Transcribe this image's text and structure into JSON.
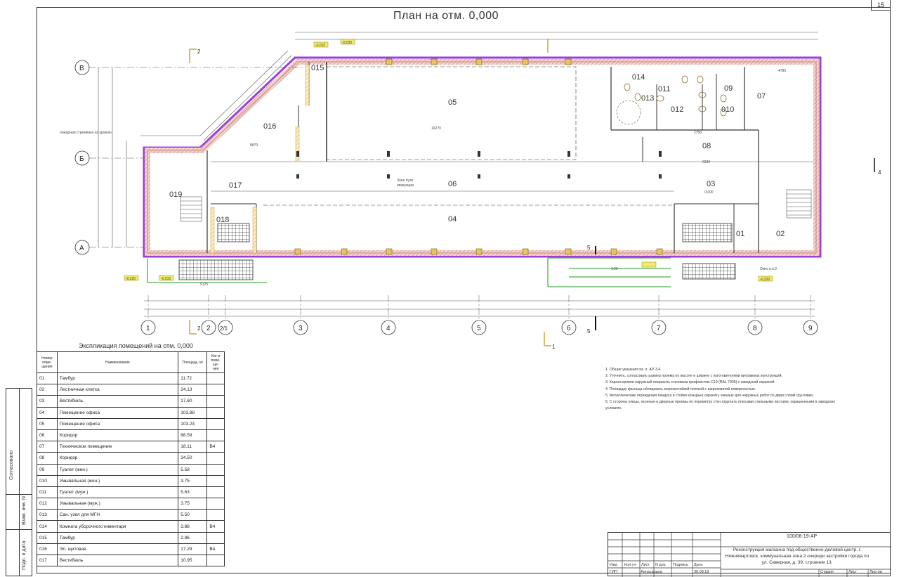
{
  "sheet": {
    "number": "15",
    "plan_title": "План на отм. 0,000"
  },
  "rooms": [
    {
      "id": "05",
      "label": "05"
    },
    {
      "id": "06",
      "label": "06"
    },
    {
      "id": "04",
      "label": "04"
    },
    {
      "id": "07",
      "label": "07"
    },
    {
      "id": "08",
      "label": "08"
    },
    {
      "id": "03",
      "label": "03"
    },
    {
      "id": "01",
      "label": "01"
    },
    {
      "id": "02",
      "label": "02"
    },
    {
      "id": "09",
      "label": "09"
    },
    {
      "id": "010",
      "label": "010"
    },
    {
      "id": "011",
      "label": "011"
    },
    {
      "id": "012",
      "label": "012"
    },
    {
      "id": "013",
      "label": "013"
    },
    {
      "id": "014",
      "label": "014"
    },
    {
      "id": "015",
      "label": "015"
    },
    {
      "id": "016",
      "label": "016"
    },
    {
      "id": "017",
      "label": "017"
    },
    {
      "id": "018",
      "label": "018"
    },
    {
      "id": "019",
      "label": "019"
    }
  ],
  "axes": {
    "rows": [
      "В",
      "Б",
      "А"
    ],
    "columns": [
      "1",
      "2",
      "2/1",
      "3",
      "4",
      "5",
      "6",
      "7",
      "8",
      "9"
    ]
  },
  "plan_annotations": {
    "fire_stair": "пожарная стремянка на кровлю",
    "evac_zone_line1": "Зона пути",
    "evac_zone_line2": "эвакуации",
    "slope": "1:20",
    "pit": "Окно п.п.2",
    "mark_3_0_000": "0,000",
    "section_2": "2",
    "section_4": "4",
    "section_5": "5",
    "section_1": "1",
    "dim_16270": "16270",
    "dim_5870": "5870",
    "dim_6230": "6230",
    "dim_2750": "2750",
    "dim_4780": "4780",
    "dim_9125": "9125",
    "level_015": "-0,015",
    "level_035": "-0,035",
    "level_220a": "-0,220",
    "level_220b": "-0,220",
    "level_015b": "-0,015"
  },
  "explication": {
    "title": "Экспликация помещений на отм. 0,000",
    "headers": {
      "num": "Номер поме- щения",
      "name": "Наименование",
      "area": "Площадь, м²",
      "cat": "Кат-я поме- ще- ния"
    },
    "rows": [
      {
        "num": "01",
        "name": "Тамбур",
        "area": "11.72",
        "cat": ""
      },
      {
        "num": "02",
        "name": "Лестничная клетка",
        "area": "24.13",
        "cat": ""
      },
      {
        "num": "03",
        "name": "Вестибюль",
        "area": "17.60",
        "cat": ""
      },
      {
        "num": "04",
        "name": "Помещение офиса",
        "area": "103.88",
        "cat": ""
      },
      {
        "num": "05",
        "name": "Помещение офиса",
        "area": "103.24",
        "cat": ""
      },
      {
        "num": "06",
        "name": "Коридор",
        "area": "68.59",
        "cat": ""
      },
      {
        "num": "07",
        "name": "Техническое помещение",
        "area": "18.11",
        "cat": "В4"
      },
      {
        "num": "08",
        "name": "Коридор",
        "area": "34.50",
        "cat": ""
      },
      {
        "num": "09",
        "name": "Туалет (жен.)",
        "area": "5.58",
        "cat": ""
      },
      {
        "num": "010",
        "name": "Умывальная (жен.)",
        "area": "3.75",
        "cat": ""
      },
      {
        "num": "011",
        "name": "Туалет (муж.)",
        "area": "5.63",
        "cat": ""
      },
      {
        "num": "012",
        "name": "Умывальная (муж.)",
        "area": "3.75",
        "cat": ""
      },
      {
        "num": "013",
        "name": "Сан. узел для МГН",
        "area": "5.50",
        "cat": ""
      },
      {
        "num": "014",
        "name": "Комната уборочного инвентаря",
        "area": "3.88",
        "cat": "В4"
      },
      {
        "num": "015",
        "name": "Тамбур",
        "area": "2.86",
        "cat": ""
      },
      {
        "num": "016",
        "name": "Эл. щитовая",
        "area": "17.29",
        "cat": "В4"
      },
      {
        "num": "017",
        "name": "Вестибюль",
        "area": "10.95",
        "cat": ""
      }
    ]
  },
  "side_stamp": {
    "agreed": "Согласовано",
    "inv_repl": "Взам. инв. N",
    "sign_date": "Подп. и дата"
  },
  "notes": [
    "1. Общие указания см. л. АР-3,4.",
    "2. Уточнить, согласовать размер проема по высоте и ширине с изготовителями витражных конструкций.",
    "3. Карниз кровли наружный покрасить стеновым профлистом С10 (RAL 7035) с заводской окраской.",
    "4. Площадку крыльца облицевать морозостойкой плиткой с шероховатой поверхностью.",
    "5. Металлические ограждения пандуса и стойки козырька окрасить эмалью для наружных работ по двум слоям грунтовки.",
    "6. С стороны улицы, оконные и дверные проемы по периметру стен отделать откосами стальными листами, окрашенными в заводских",
    "условиях."
  ],
  "title_block": {
    "code": "100/08-19-АР",
    "description": "Реконструкция магазина под общественно-деловой центр. г. Нижневартовск, коммунальная зона 2 очереди застройки города по ул. Северная, д. 39, строение 13.",
    "col_izm": "Изм.",
    "col_kol": "Кол.уч",
    "col_list": "Лист",
    "col_ndok": "N док.",
    "col_podp": "Подпись",
    "col_data": "Дата",
    "gip": "ГИП",
    "author": "Аннасаидов",
    "date": "30.08.19",
    "stage": "Стадия",
    "sheet": "Лист",
    "sheets": "Листов"
  },
  "colors": {
    "wall": "#d9a29b",
    "insulation": "#9b3fd6",
    "line": "#333333",
    "ramp": "#4cae4c",
    "level_tag": "#e8e24a"
  }
}
